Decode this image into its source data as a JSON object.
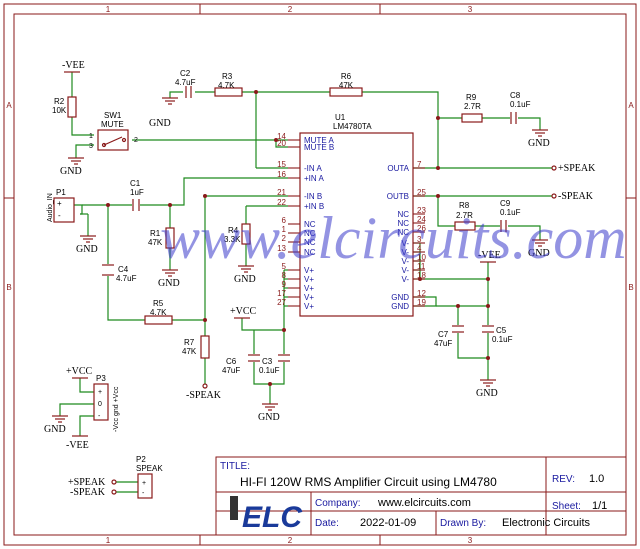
{
  "grid": {
    "cols": [
      "1",
      "2",
      "3"
    ],
    "rows": [
      "A",
      "B"
    ]
  },
  "watermark": "www.elcircuits.com",
  "ic": {
    "ref": "U1",
    "part": "LM4780TA",
    "left_pins": [
      {
        "num": "14",
        "name": "MUTE A"
      },
      {
        "num": "20",
        "name": "MUTE B"
      },
      {
        "num": "15",
        "name": "-IN A"
      },
      {
        "num": "16",
        "name": "+IN A"
      },
      {
        "num": "21",
        "name": "-IN B"
      },
      {
        "num": "22",
        "name": "+IN B"
      },
      {
        "num": "6",
        "name": "NC"
      },
      {
        "num": "1",
        "name": "NC"
      },
      {
        "num": "2",
        "name": "NC"
      },
      {
        "num": "13",
        "name": "NC"
      },
      {
        "num": "5",
        "name": "V+"
      },
      {
        "num": "8",
        "name": "V+"
      },
      {
        "num": "9",
        "name": "V+"
      },
      {
        "num": "17",
        "name": "V+"
      },
      {
        "num": "27",
        "name": "V+"
      }
    ],
    "right_pins": [
      {
        "num": "7",
        "name": "OUTA"
      },
      {
        "num": "25",
        "name": "OUTB"
      },
      {
        "num": "23",
        "name": "NC"
      },
      {
        "num": "24",
        "name": "NC"
      },
      {
        "num": "26",
        "name": "NC"
      },
      {
        "num": "3",
        "name": "V-"
      },
      {
        "num": "4",
        "name": "V-"
      },
      {
        "num": "10",
        "name": "V-"
      },
      {
        "num": "11",
        "name": "V-"
      },
      {
        "num": "18",
        "name": "V-"
      },
      {
        "num": "12",
        "name": "GND"
      },
      {
        "num": "19",
        "name": "GND"
      }
    ]
  },
  "components": {
    "r1": {
      "ref": "R1",
      "val": "47K"
    },
    "r2": {
      "ref": "R2",
      "val": "10K"
    },
    "r3": {
      "ref": "R3",
      "val": "4.7K"
    },
    "r4": {
      "ref": "R4",
      "val": "3.3K"
    },
    "r5": {
      "ref": "R5",
      "val": "4.7K"
    },
    "r6": {
      "ref": "R6",
      "val": "47K"
    },
    "r7": {
      "ref": "R7",
      "val": "47K"
    },
    "r8": {
      "ref": "R8",
      "val": "2.7R"
    },
    "r9": {
      "ref": "R9",
      "val": "2.7R"
    },
    "c1": {
      "ref": "C1",
      "val": "1uF"
    },
    "c2": {
      "ref": "C2",
      "val": "4.7uF"
    },
    "c3": {
      "ref": "C3",
      "val": "0.1uF"
    },
    "c4": {
      "ref": "C4",
      "val": "4.7uF"
    },
    "c5": {
      "ref": "C5",
      "val": "0.1uF"
    },
    "c6": {
      "ref": "C6",
      "val": "47uF"
    },
    "c7": {
      "ref": "C7",
      "val": "47uF"
    },
    "c8": {
      "ref": "C8",
      "val": "0.1uF"
    },
    "c9": {
      "ref": "C9",
      "val": "0.1uF"
    },
    "sw1": {
      "ref": "SW1",
      "val": "MUTE"
    },
    "p1": {
      "ref": "P1",
      "val": "Audio_IN"
    },
    "p2": {
      "ref": "P2",
      "val": "SPEAK"
    },
    "p3": {
      "ref": "P3",
      "val": "-Vcc gnd +Vcc"
    }
  },
  "nets": {
    "vee_top": "-VEE",
    "vee_mid": "-VEE",
    "vee_bot": "-VEE",
    "vcc_c6": "+VCC",
    "vcc_p3": "+VCC",
    "gnd": "GND",
    "speak_pos": "+SPEAK",
    "speak_neg": "-SPEAK",
    "speak_neg_r7": "-SPEAK",
    "p2_pos": "+SPEAK",
    "p2_neg": "-SPEAK"
  },
  "title_block": {
    "title_label": "TITLE:",
    "title": "HI-FI 120W RMS Amplifier Circuit using LM4780",
    "rev_label": "REV:",
    "rev": "1.0",
    "company_label": "Company:",
    "company": "www.elcircuits.com",
    "sheet_label": "Sheet:",
    "sheet": "1/1",
    "date_label": "Date:",
    "date": "2022-01-09",
    "drawn_label": "Drawn By:",
    "drawn": "Electronic Circuits",
    "logo": "ELC"
  }
}
